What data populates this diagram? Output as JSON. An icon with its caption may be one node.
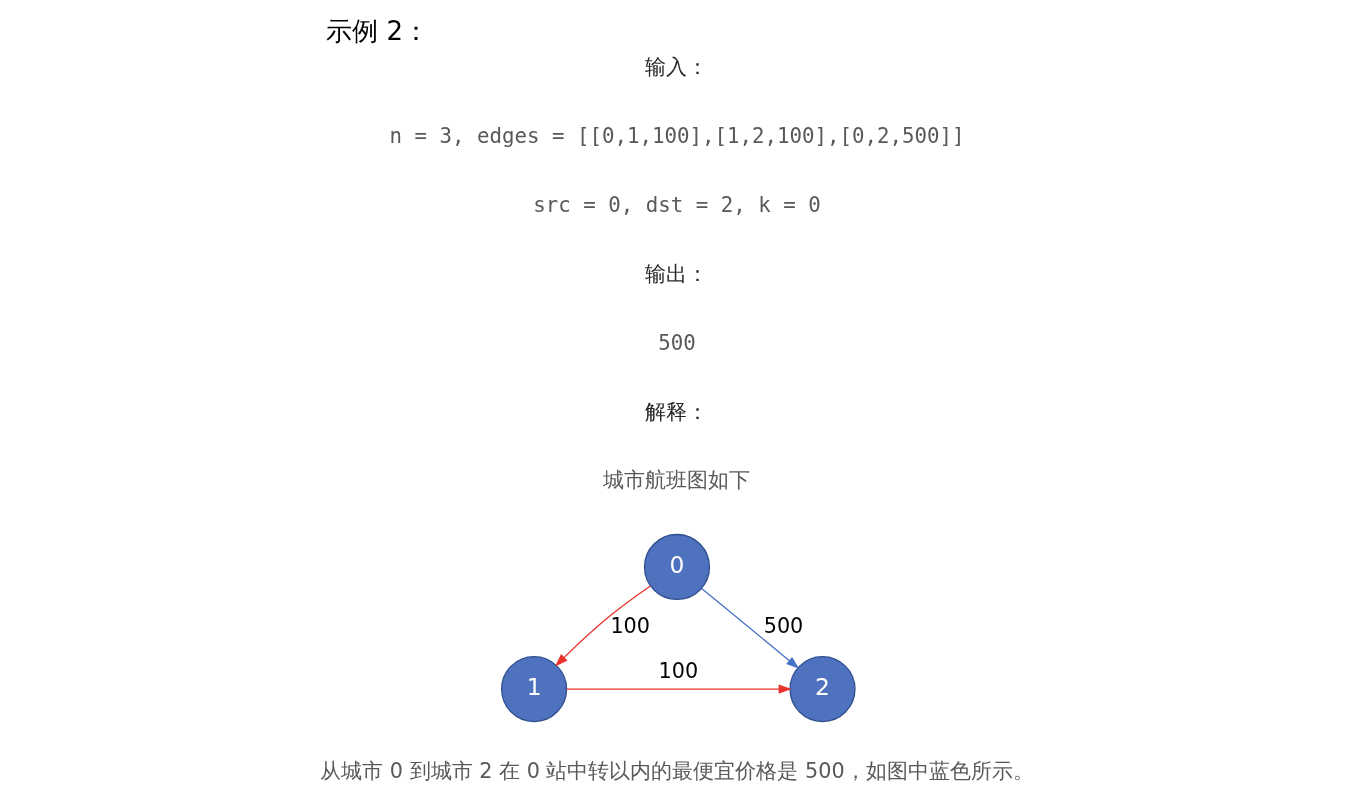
{
  "diagram": {
    "title": "示例 2：",
    "nodes": [
      {
        "text": [
          "0"
        ]
      },
      {
        "text": [
          "1"
        ]
      },
      {
        "text": [
          "2"
        ]
      }
    ],
    "edges": [
      {
        "from": 0,
        "to": 1,
        "arrow": "to",
        "label": "100"
      },
      {
        "from": 0,
        "to": 2,
        "arrow": "to",
        "label": "500",
        "color": "#4472c4"
      },
      {
        "from": 1,
        "to": 2,
        "arrow": "to",
        "label": "100"
      }
    ],
    "labels": [
      "输入：",
      "n = 3, edges = [[0,1,100],[1,2,100],[0,2,500]]",
      "src = 0, dst = 2, k = 0",
      "输出：",
      "500",
      "解释：",
      "城市航班图如下",
      "从城市 0 到城市 2 在 0 站中转以内的最便宜价格是 500，如图中蓝色所示。"
    ]
  }
}
